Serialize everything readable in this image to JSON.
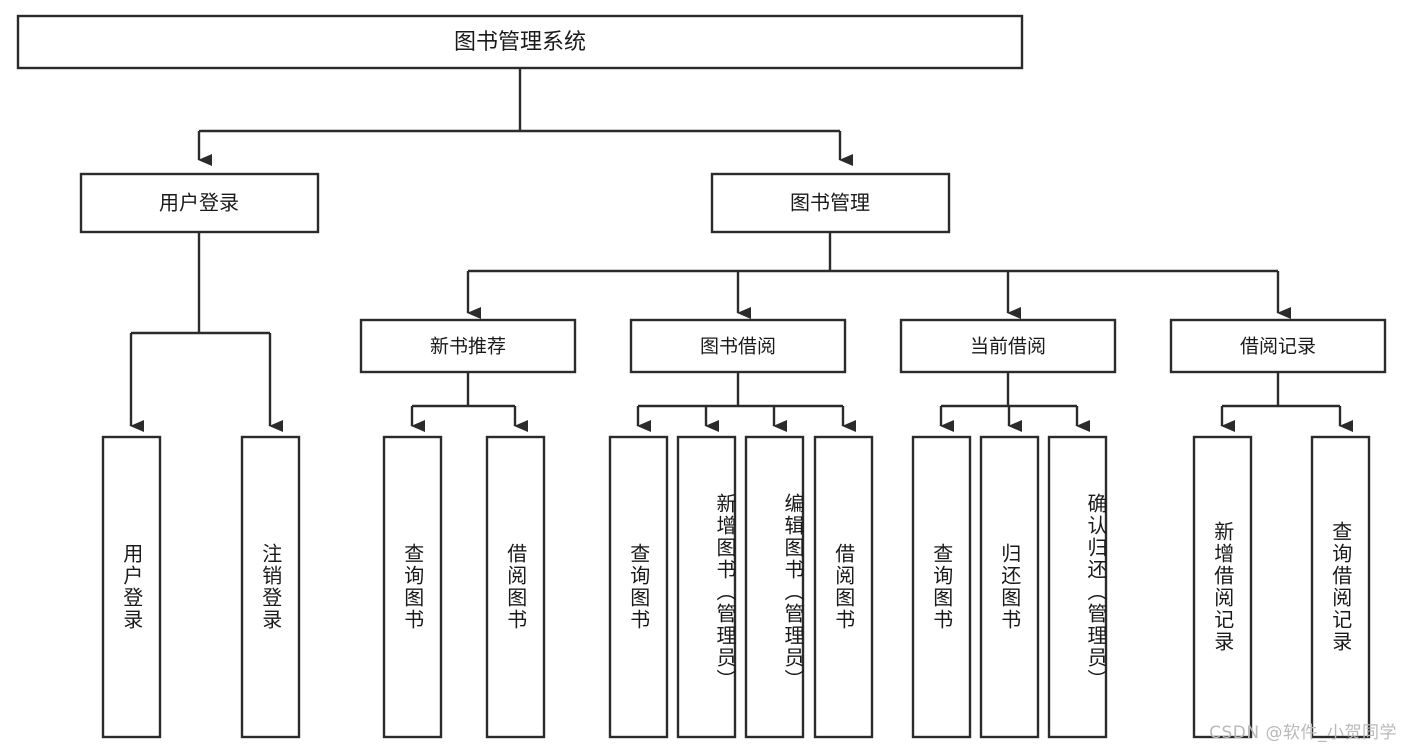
{
  "diagram": {
    "title": "图书管理系统",
    "type": "hierarchy-tree",
    "root": {
      "label": "图书管理系统"
    },
    "level2": [
      {
        "label": "用户登录"
      },
      {
        "label": "图书管理"
      }
    ],
    "level3": [
      {
        "label": "新书推荐"
      },
      {
        "label": "图书借阅"
      },
      {
        "label": "当前借阅"
      },
      {
        "label": "借阅记录"
      }
    ],
    "leaves": {
      "user_login": [
        {
          "label": "用户登录"
        },
        {
          "label": "注销登录"
        }
      ],
      "new_book_recommend": [
        {
          "label": "查询图书"
        },
        {
          "label": "借阅图书"
        }
      ],
      "book_borrow": [
        {
          "label": "查询图书"
        },
        {
          "label": "新增图书（管理员）"
        },
        {
          "label": "编辑图书（管理员）"
        },
        {
          "label": "借阅图书"
        }
      ],
      "current_borrow": [
        {
          "label": "查询图书"
        },
        {
          "label": "归还图书"
        },
        {
          "label": "确认归还（管理员）"
        }
      ],
      "borrow_record": [
        {
          "label": "新增借阅记录"
        },
        {
          "label": "查询借阅记录"
        }
      ]
    }
  },
  "watermark": {
    "text": "CSDN @软件_小贺同学"
  },
  "colors": {
    "box_stroke": "#2b2b2b",
    "box_fill": "#ffffff",
    "text": "#1a1a1a",
    "watermark": "#b9b9b9",
    "background": "#ffffff"
  }
}
